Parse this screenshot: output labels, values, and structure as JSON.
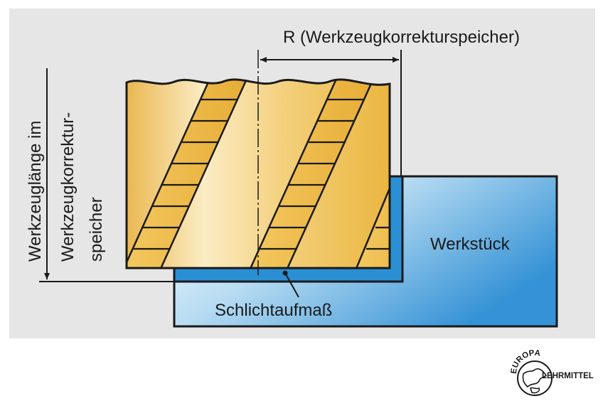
{
  "labels": {
    "radius": "R (Werkzeugkorrekturspeicher)",
    "tool_length_line1": "Werkzeuglänge im",
    "tool_length_line2": "Werkzeugkorrektur-",
    "tool_length_line3": "speicher",
    "workpiece": "Werkstück",
    "finishing_allowance": "Schlichtaufmaß"
  },
  "logo": {
    "top_text": "EUROPA",
    "right_text": "LEHRMITTEL"
  },
  "colors": {
    "panel_background": "#e6e6e6",
    "tool_gold": "#f0c24e",
    "workpiece_blue": "#a9d3ee",
    "allowance_blue": "#2b8fd4",
    "outline": "#1a1a1a"
  }
}
